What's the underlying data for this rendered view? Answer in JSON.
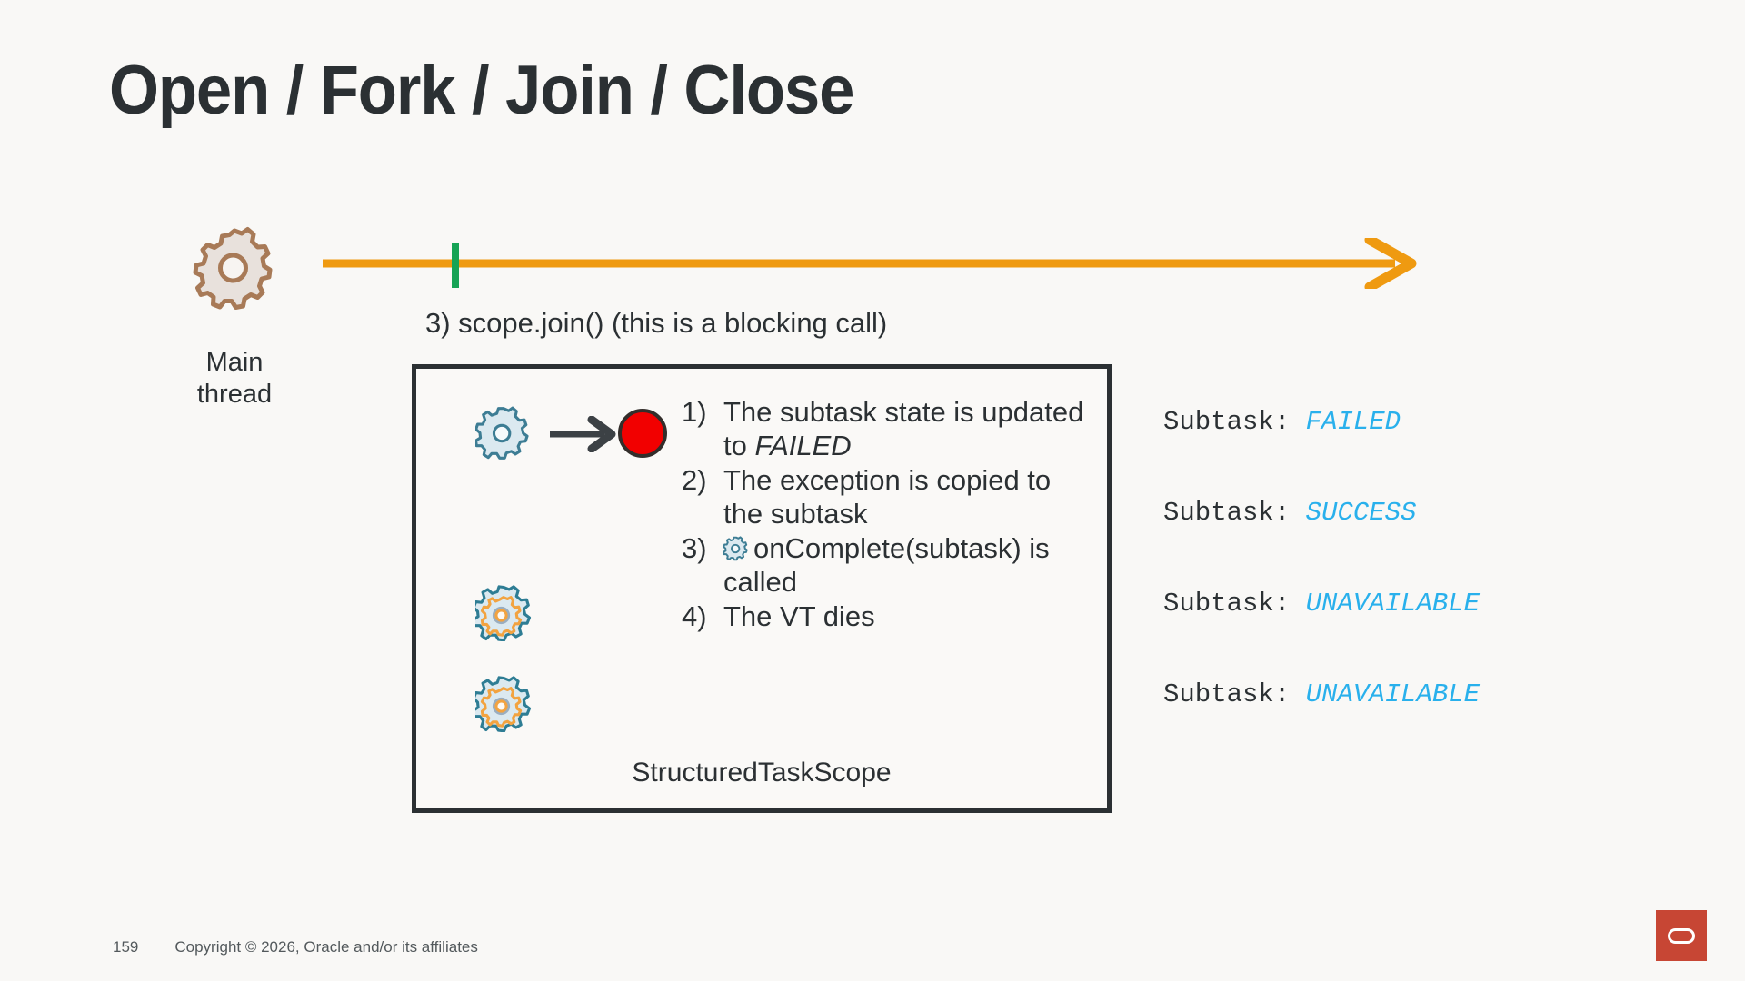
{
  "slide": {
    "title": "Open / Fork / Join / Close",
    "background_color": "#f9f8f6",
    "text_color": "#2b3033"
  },
  "timeline": {
    "label_main_thread_line1": "Main",
    "label_main_thread_line2": "thread",
    "arrow_color": "#ef9a11",
    "tick_color": "#16a355",
    "caption": "3) scope.join() (this is a blocking call)"
  },
  "scope_box": {
    "label": "StructuredTaskScope",
    "border_color": "#2b3033",
    "steps": [
      {
        "num": "1)",
        "text_before": "The subtask state is updated to ",
        "emphasis": "FAILED",
        "text_after": "",
        "has_gear": false
      },
      {
        "num": "2)",
        "text_before": "The exception is copied to the subtask",
        "emphasis": "",
        "text_after": "",
        "has_gear": false
      },
      {
        "num": "3)",
        "text_before": "onComplete(subtask) is called",
        "emphasis": "",
        "text_after": "",
        "has_gear": true
      },
      {
        "num": "4)",
        "text_before": "The VT dies",
        "emphasis": "",
        "text_after": "",
        "has_gear": false
      }
    ],
    "gears": [
      {
        "name": "failed-subtask-gear",
        "style": "blue"
      },
      {
        "name": "running-subtask-gear-1",
        "style": "blue-orange"
      },
      {
        "name": "running-subtask-gear-2",
        "style": "blue-orange"
      }
    ],
    "failure_marker_color": "#f20000"
  },
  "statuses": [
    {
      "key": "Subtask:",
      "value": "FAILED"
    },
    {
      "key": "Subtask:",
      "value": "SUCCESS"
    },
    {
      "key": "Subtask:",
      "value": "UNAVAILABLE"
    },
    {
      "key": "Subtask:",
      "value": "UNAVAILABLE"
    }
  ],
  "status_value_color": "#29b0ec",
  "footer": {
    "page_number": "159",
    "copyright": "Copyright © 2026, Oracle and/or its affiliates",
    "logo_color": "#c74634"
  }
}
